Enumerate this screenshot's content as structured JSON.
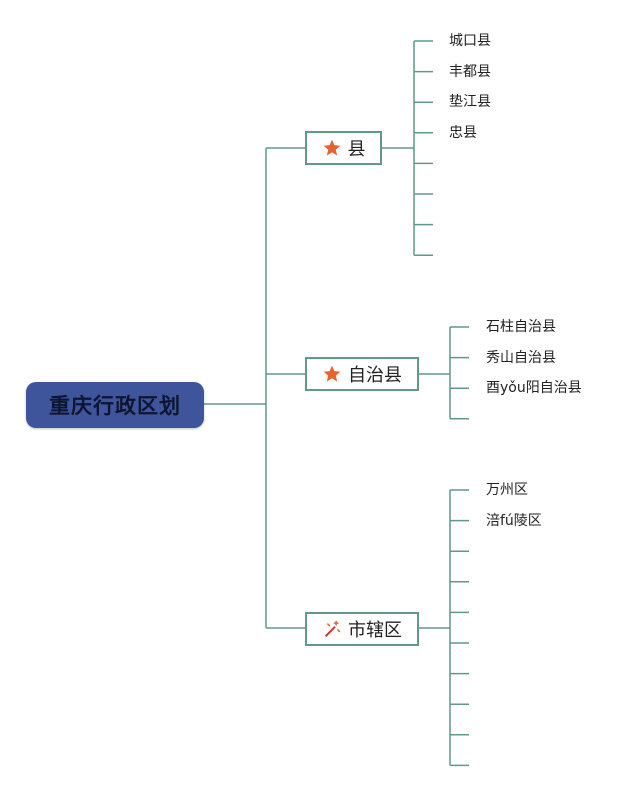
{
  "root": {
    "title": "重庆行政区划"
  },
  "categories": [
    {
      "label": "县",
      "icon": "star-icon",
      "children": [
        "城口县",
        "丰都县",
        "垫江县",
        "忠县",
        "",
        "",
        "",
        ""
      ]
    },
    {
      "label": "自治县",
      "icon": "star-icon",
      "children": [
        "石柱自治县",
        "秀山自治县",
        "酉yǒu阳自治县",
        ""
      ]
    },
    {
      "label": "市辖区",
      "icon": "magic-wand-icon",
      "children": [
        "万州区",
        "涪fú陵区",
        "",
        "",
        "",
        "",
        "",
        "",
        "",
        ""
      ]
    }
  ],
  "colors": {
    "line": "#5f9b83",
    "root_bg": "#3f559b",
    "star": "#e4632f"
  }
}
